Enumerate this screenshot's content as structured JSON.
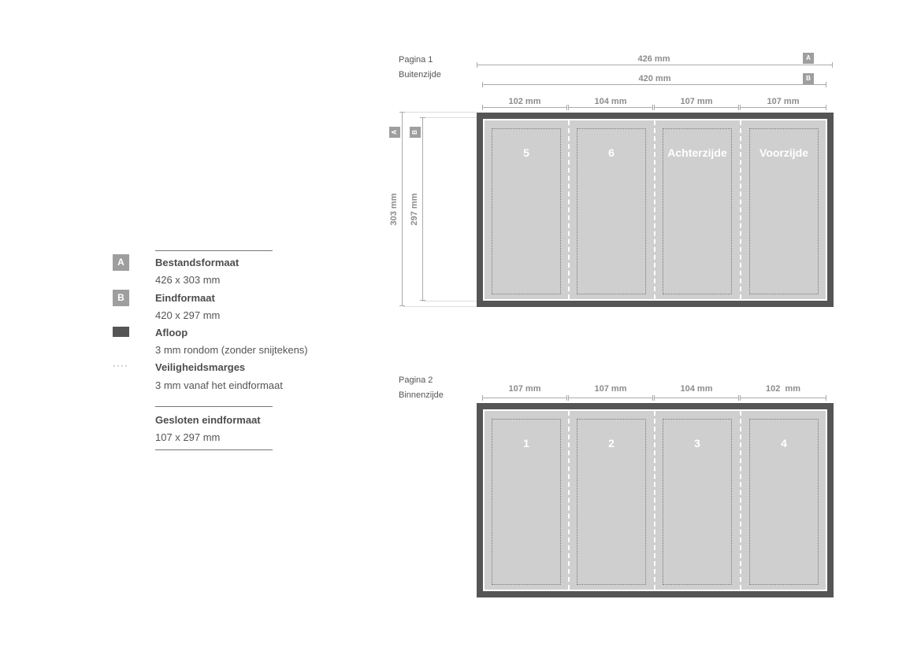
{
  "legend": {
    "items": [
      {
        "marker": "A",
        "title": "Bestandsformaat",
        "sub": "426 x 303 mm"
      },
      {
        "marker": "B",
        "title": "Eindformaat",
        "sub": "420 x 297 mm"
      },
      {
        "marker": "bleed-swatch",
        "title": "Afloop",
        "sub": "3 mm rondom (zonder snijtekens)"
      },
      {
        "marker": "dots",
        "dots": "····",
        "title": "Veiligheidsmarges",
        "sub": "3 mm vanaf het eindformaat"
      }
    ],
    "closed": {
      "title": "Gesloten eindformaat",
      "sub": "107 x 297 mm"
    }
  },
  "page1": {
    "label": "Pagina 1",
    "side": "Buitenzijde",
    "file_width": "426 mm",
    "file_badge": "A",
    "final_width": "420 mm",
    "final_badge": "B",
    "file_height": "303 mm",
    "final_height": "297 mm",
    "panel_widths": [
      "102 mm",
      "104 mm",
      "107 mm",
      "107 mm"
    ],
    "panels": [
      "5",
      "6",
      "Achterzijde",
      "Voorzijde"
    ]
  },
  "page2": {
    "label": "Pagina 2",
    "side": "Binnenzijde",
    "panel_widths": [
      "107 mm",
      "107 mm",
      "104 mm",
      "102  mm"
    ],
    "panels": [
      "1",
      "2",
      "3",
      "4"
    ]
  },
  "colors": {
    "bleed": "#555555",
    "trim": "#cfcfcf",
    "badge": "#9e9e9e"
  }
}
